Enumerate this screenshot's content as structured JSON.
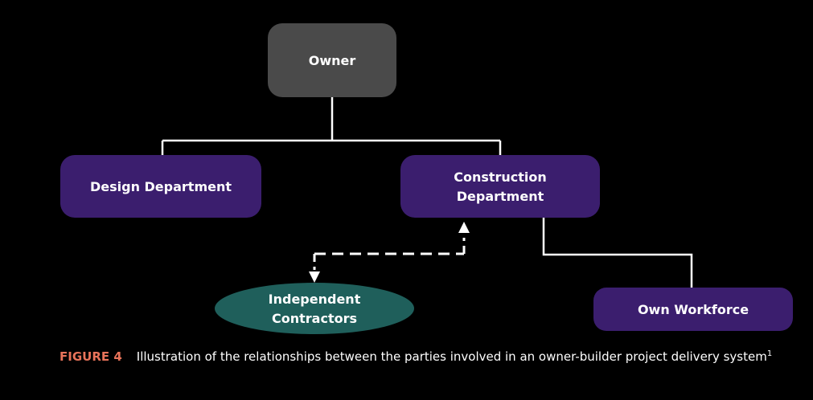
{
  "nodes": {
    "owner": "Owner",
    "design": "Design Department",
    "construction_line1": "Construction",
    "construction_line2": "Department",
    "contractors_line1": "Independent",
    "contractors_line2": "Contractors",
    "workforce": "Own Workforce"
  },
  "caption": {
    "label": "FIGURE 4",
    "text": "Illustration of the relationships between the parties involved in an owner-builder project delivery system",
    "footnote": "1"
  },
  "colors": {
    "owner_fill": "#4a4a4a",
    "department_fill": "#3b1e6e",
    "contractor_fill": "#1f5f5b",
    "caption_label": "#e8735a",
    "connector": "#ffffff",
    "background": "#000000"
  }
}
